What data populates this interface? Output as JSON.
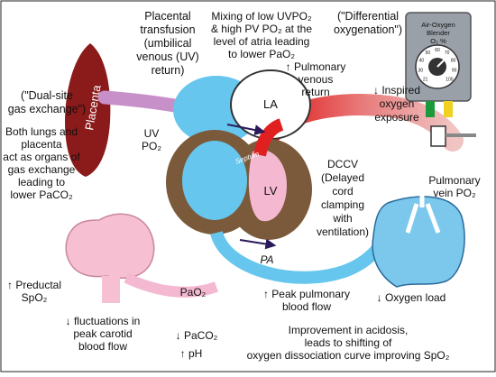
{
  "labels": {
    "placental_transfusion": [
      "Placental",
      "transfusion",
      "(umbilical",
      "venous (UV)",
      "return)"
    ],
    "mixing": [
      "Mixing of low UVPO₂",
      "& high PV PO₂ at the",
      "level of atria leading",
      "to lower PaO₂"
    ],
    "differential": [
      "(\"Differential",
      "oxygenation\")"
    ],
    "dual_site": [
      "(\"Dual-site",
      "gas exchange\")"
    ],
    "lungs_placenta": [
      "Both lungs and",
      "placenta",
      "act as organs of",
      "gas exchange",
      "leading to",
      "lower PaCO₂"
    ],
    "pulmonary_venous_return": [
      "↑ Pulmonary",
      "venous",
      "return"
    ],
    "inspired_oxygen": [
      "↓ Inspired",
      "oxygen",
      "exposure"
    ],
    "dccv": [
      "DCCV",
      "(Delayed",
      "cord",
      "clamping",
      "with",
      "ventilation)"
    ],
    "pulmonary_vein_po2": [
      "Pulmonary",
      "vein PO₂"
    ],
    "placenta_label": "Placenta",
    "uv_po2": [
      "UV",
      "PO₂"
    ],
    "la": "LA",
    "lv": "LV",
    "pa": "PA",
    "septum": "Septum",
    "preductal": [
      "↑ Preductal",
      "SpO₂"
    ],
    "fluctuations": [
      "↓ fluctuations in",
      "peak carotid",
      "blood flow"
    ],
    "pao2": "PaO₂",
    "paco2": "↓ PaCO₂",
    "ph": "↑ pH",
    "peak_pulmonary": [
      "↑ Peak pulmonary",
      "blood flow"
    ],
    "oxygen_load": "↓ Oxygen load",
    "improvement": [
      "Improvement in acidosis,",
      "leads to shifting of",
      "oxygen dissociation curve  improving SpO₂"
    ]
  },
  "blender": {
    "title": "Air-Oxygen",
    "subtitle": "Blender",
    "unit": "O₂ %",
    "scale": [
      "21",
      "30",
      "40",
      "50",
      "60",
      "70",
      "80",
      "90",
      "100"
    ]
  },
  "colors": {
    "placenta": "#8b1a1a",
    "cord": "#c890c8",
    "atria_blue": "#66c6ee",
    "myocardium": "#7a5a3a",
    "lv_pink": "#f4b8d0",
    "aorta_red": "#e02020",
    "lung_blue": "#7cc8ec",
    "brain_pink": "#f6bfd2"
  }
}
